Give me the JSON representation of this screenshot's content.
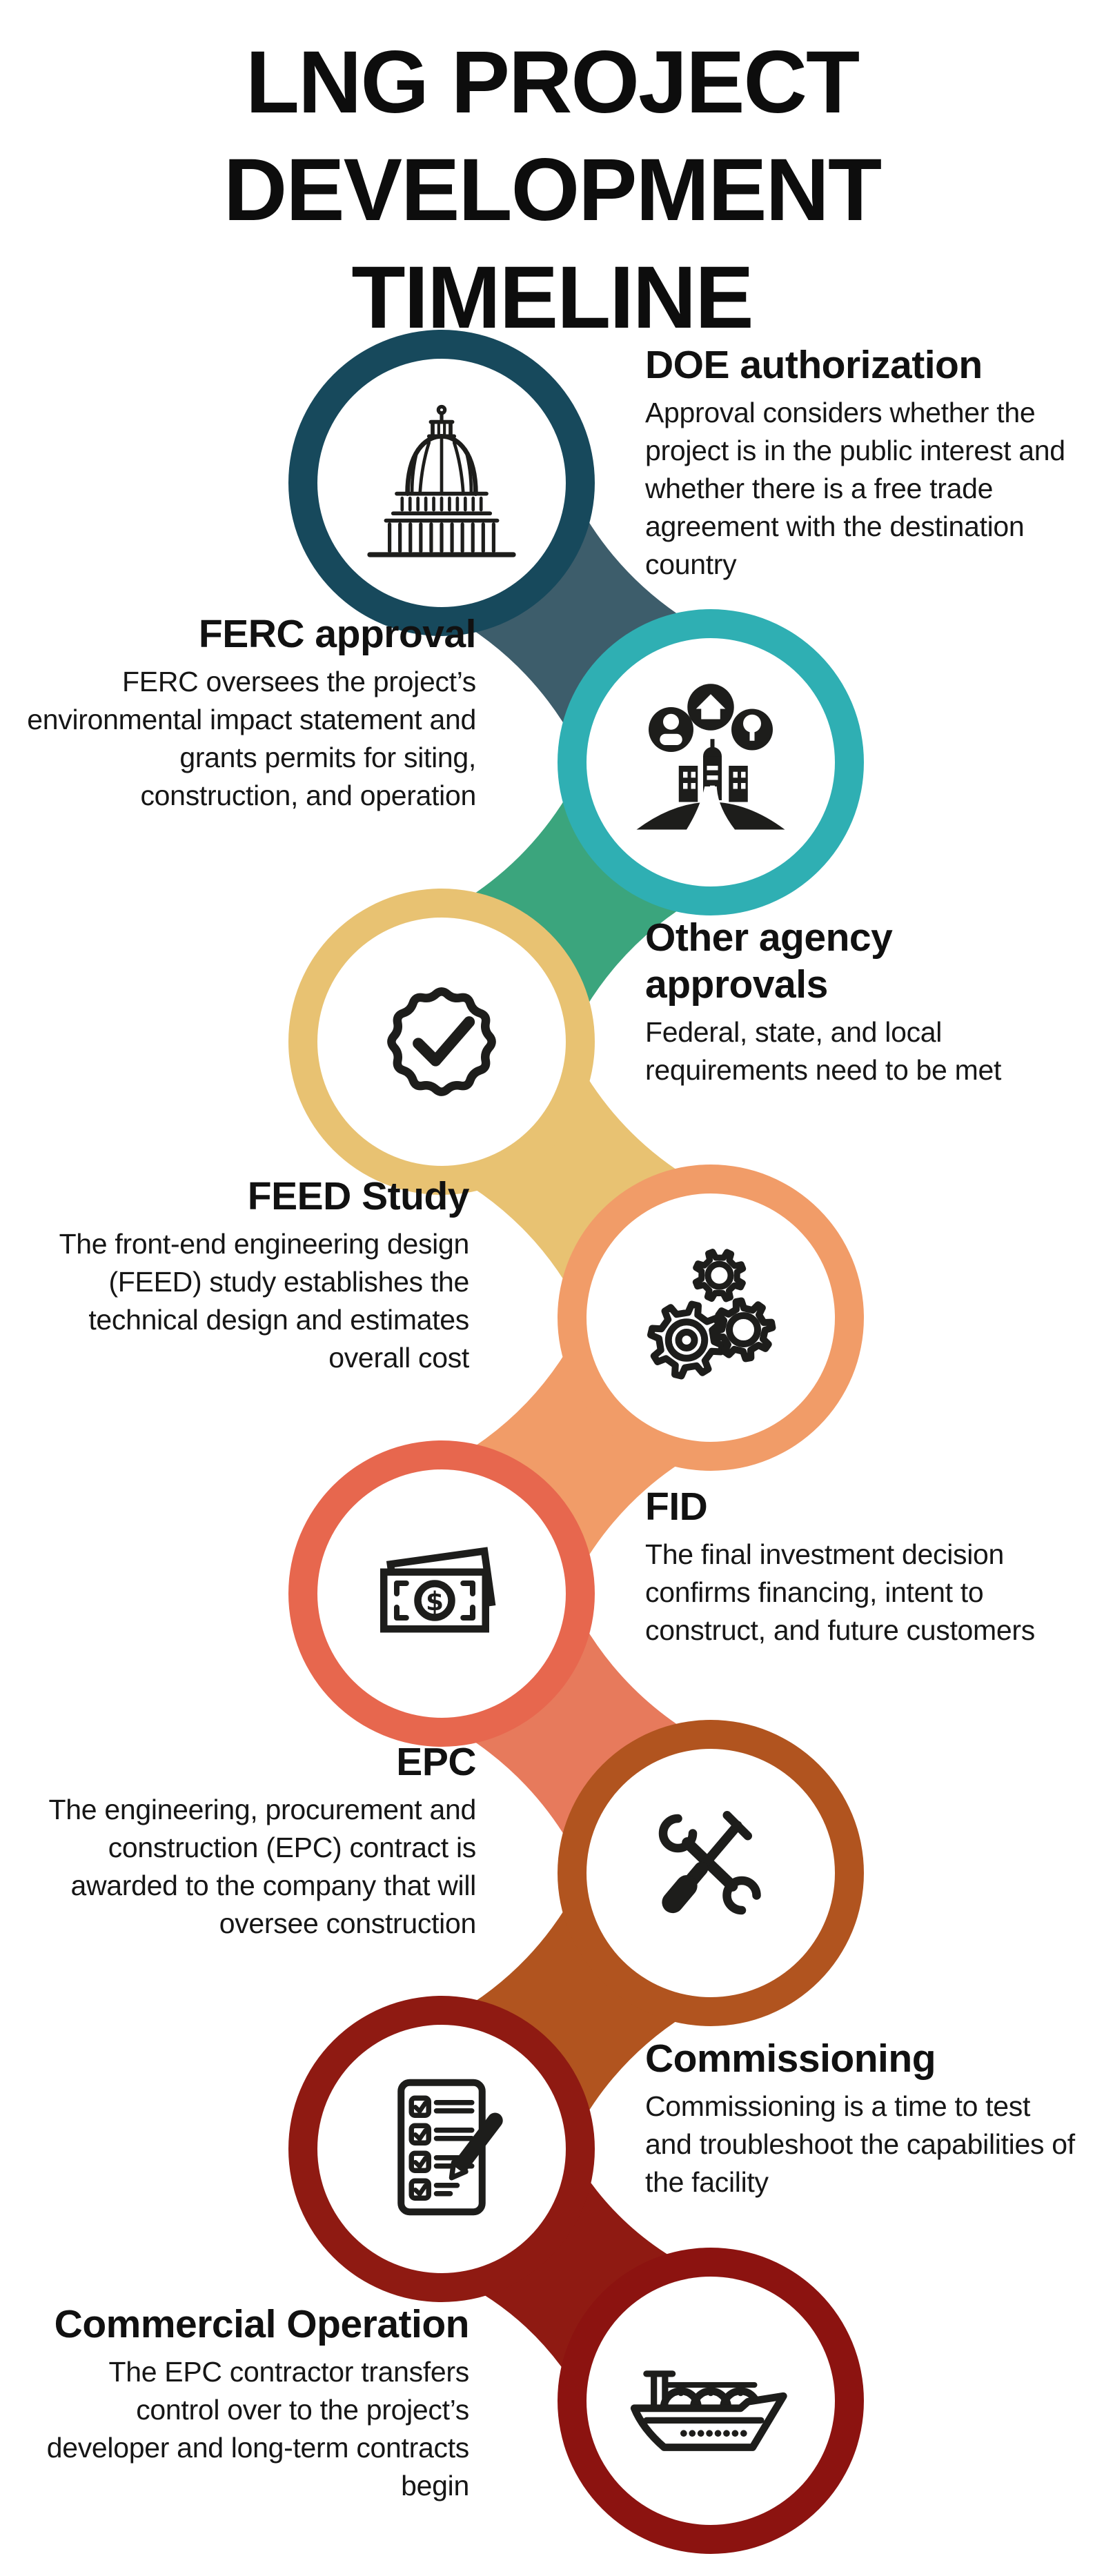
{
  "page": {
    "background": "#ffffff",
    "title_lines": [
      "LNG PROJECT",
      "DEVELOPMENT",
      "TIMELINE"
    ],
    "title_color": "#0d0d0d",
    "text_color": "#161616",
    "icon_ink_color": "#1d1d1b"
  },
  "steps": [
    {
      "title": "DOE authorization",
      "description": "Approval considers whether the project is in the public interest and whether there is a free trade agreement with the destination country",
      "icon": "capitol-icon",
      "ring_color": "#17495c",
      "connector_color": "#3d5d6b",
      "text_side": "right"
    },
    {
      "title": "FERC approval",
      "description": "FERC oversees the project’s environmental impact statement and grants permits for siting, construction, and operation",
      "icon": "community-icon",
      "ring_color": "#2fafb3",
      "connector_color": "#3ba57d",
      "text_side": "left"
    },
    {
      "title": "Other agency approvals",
      "description": "Federal, state, and local requirements need to be met",
      "icon": "badge-check-icon",
      "ring_color": "#e8c272",
      "connector_color": "#e8c272",
      "text_side": "right"
    },
    {
      "title": "FEED Study",
      "description": "The front-end engineering design (FEED) study establishes the technical design and estimates overall cost",
      "icon": "gears-icon",
      "ring_color": "#f19c68",
      "connector_color": "#f19c68",
      "text_side": "left"
    },
    {
      "title": "FID",
      "description": "The final investment decision confirms financing, intent to construct, and future customers",
      "icon": "money-icon",
      "ring_color": "#e7674e",
      "connector_color": "#e77a5c",
      "text_side": "right"
    },
    {
      "title": "EPC",
      "description": "The engineering, procurement and construction (EPC) contract is awarded to the company that will oversee construction",
      "icon": "tools-icon",
      "ring_color": "#b1541f",
      "connector_color": "#b1541f",
      "text_side": "left"
    },
    {
      "title": "Commissioning",
      "description": "Commissioning is a time to test and troubleshoot the capabilities of the facility",
      "icon": "checklist-icon",
      "ring_color": "#8f1a12",
      "connector_color": "#8f1a12",
      "text_side": "right"
    },
    {
      "title": "Commercial Operation",
      "description": "The EPC contractor transfers control over to the project’s developer and long-term contracts begin",
      "icon": "lng-ship-icon",
      "ring_color": "#8c1310",
      "connector_color": null,
      "text_side": "left"
    }
  ]
}
